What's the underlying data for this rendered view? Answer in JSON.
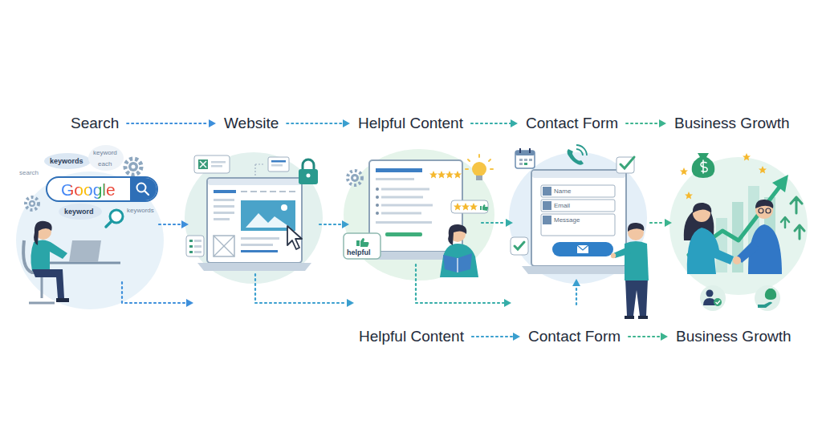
{
  "diagram": {
    "nodes": [
      {
        "text": [
          "Search"
        ]
      },
      {
        "text": [
          "Website"
        ]
      },
      {
        "text": [
          "Helpful Content"
        ]
      },
      {
        "text": [
          "Contact Form"
        ]
      },
      {
        "text": [
          "Business Growth"
        ]
      },
      {
        "text": [
          "Helpful Content"
        ]
      },
      {
        "text": [
          "Contact Form"
        ]
      },
      {
        "text": [
          "Business Growth"
        ]
      }
    ],
    "edges": [
      {
        "from": 0,
        "to": 1,
        "arrow": "to"
      },
      {
        "from": 1,
        "to": 2,
        "arrow": "to"
      },
      {
        "from": 2,
        "to": 3,
        "arrow": "to"
      },
      {
        "from": 3,
        "to": 4,
        "arrow": "to"
      },
      {
        "from": 5,
        "to": 6,
        "arrow": "to"
      },
      {
        "from": 6,
        "to": 7,
        "arrow": "to"
      }
    ],
    "labels": [
      "search",
      "keywords",
      "keyword",
      "each",
      "Google",
      "keyword",
      "keywords",
      "helpful",
      "Name",
      "Email",
      "Message"
    ]
  }
}
